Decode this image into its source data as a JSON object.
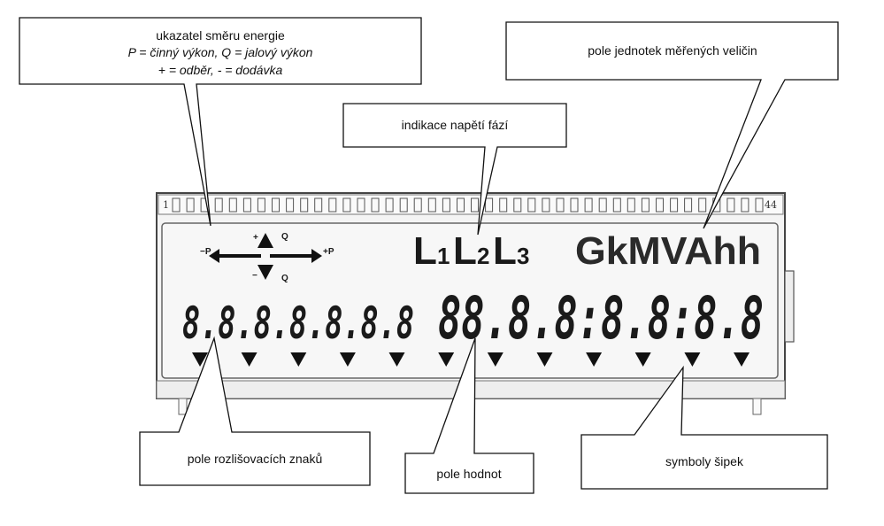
{
  "callouts": {
    "direction": {
      "line1": "ukazatel směru energie",
      "line2": "P = činný výkon, Q = jalový výkon",
      "line3": "+ = odběr, - = dodávka"
    },
    "phase": "indikace napětí fází",
    "units": "pole jednotek měřených veličin",
    "distinguish": "pole rozlišovacích znaků",
    "values": "pole hodnot",
    "arrows": "symboly šipek"
  },
  "lcd": {
    "pin_first": "1",
    "pin_last": "44",
    "direction_labels": {
      "minus_p": "−P",
      "plus_p": "+P",
      "plus": "+",
      "minus": "−",
      "q_top": "Q",
      "q_bottom": "Q"
    },
    "phases": [
      {
        "letter": "L",
        "sub": "1"
      },
      {
        "letter": "L",
        "sub": "2"
      },
      {
        "letter": "L",
        "sub": "3"
      }
    ],
    "units_text": "GkMVAhh",
    "small_digits": "8.8.8.8.8.8.8",
    "big_digits": "88.8.8:8.8:8.8",
    "arrow_count": 12
  }
}
